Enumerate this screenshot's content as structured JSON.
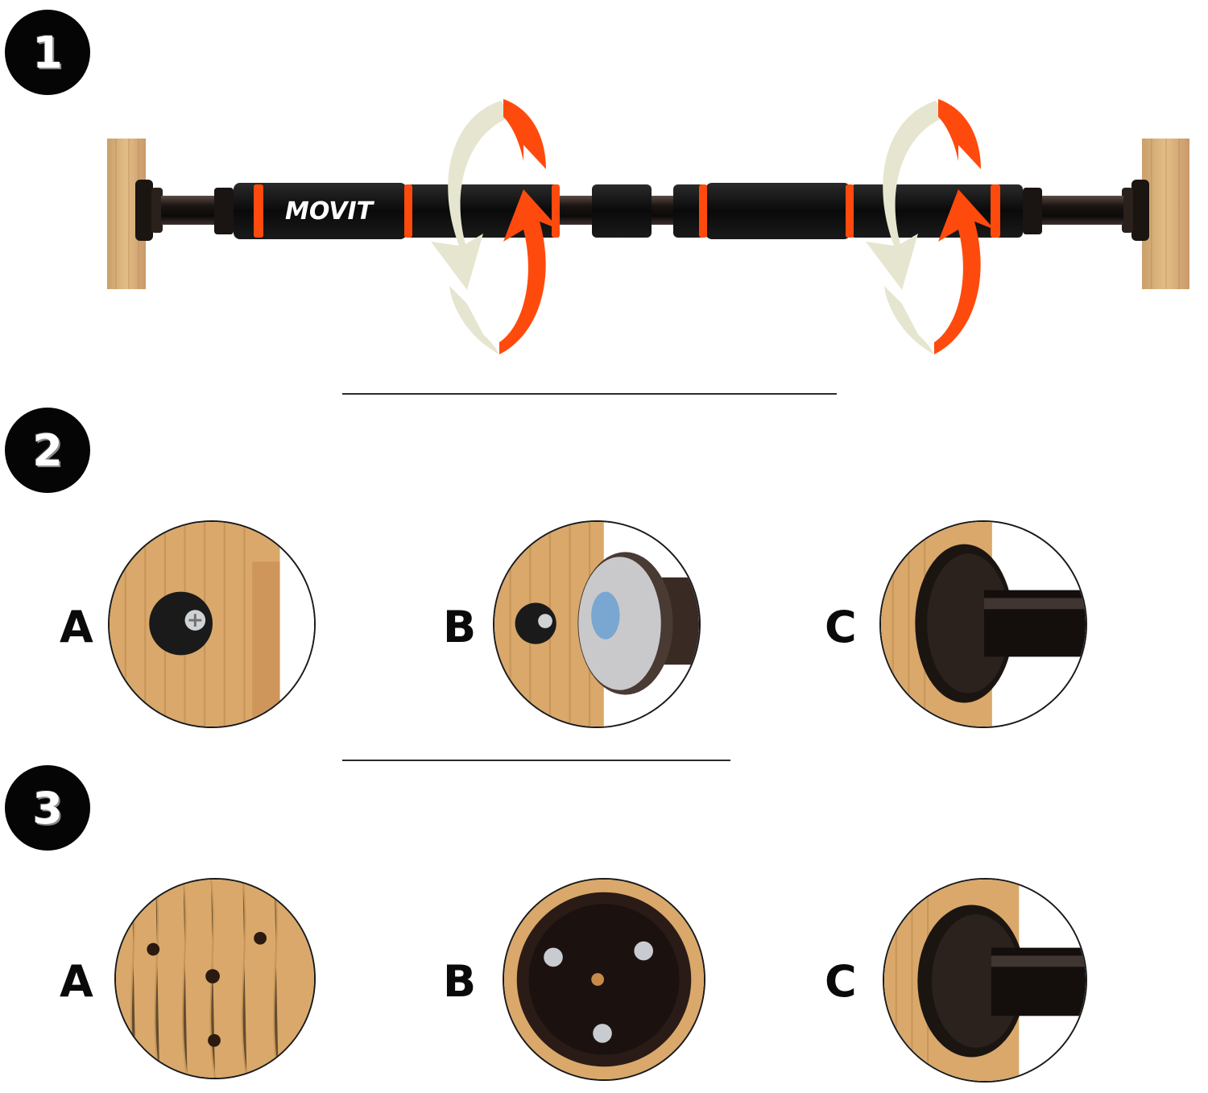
{
  "steps": [
    {
      "number": "1"
    },
    {
      "number": "2",
      "options": [
        {
          "letter": "A"
        },
        {
          "letter": "B"
        },
        {
          "letter": "C"
        }
      ]
    },
    {
      "number": "3",
      "options": [
        {
          "letter": "A"
        },
        {
          "letter": "B"
        },
        {
          "letter": "C"
        }
      ]
    }
  ],
  "brand": {
    "logo_text": "MOVIT"
  },
  "colors": {
    "accent_orange": "#ff4a0e",
    "arrow_cream": "#e6e6d0",
    "foam": "#0d0d0d",
    "wood": "#d9a86a",
    "dark_metal": "#1b1512"
  }
}
